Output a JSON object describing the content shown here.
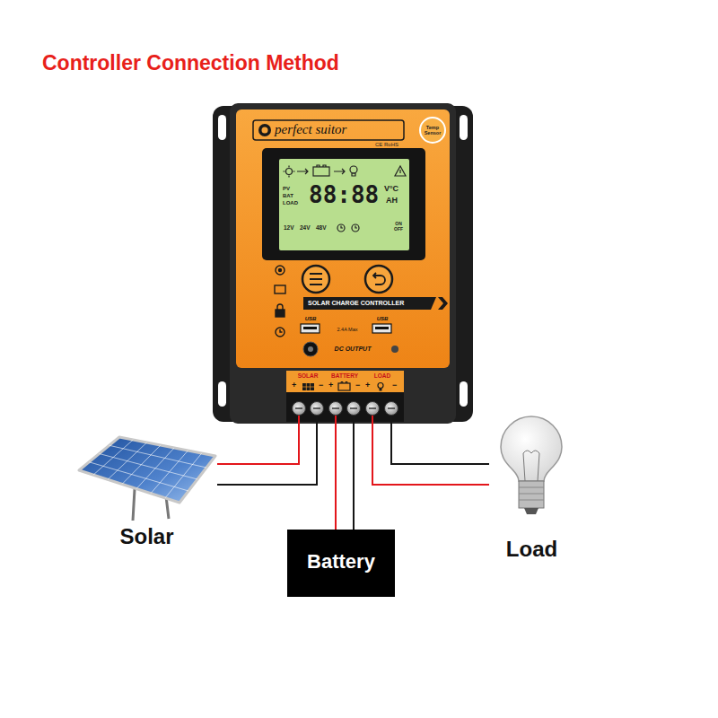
{
  "diagram": {
    "title": "Controller Connection Method",
    "nodes": [
      {
        "text": [
          "perfect suitor"
        ]
      },
      {
        "text": [
          "SOLAR"
        ],
        "in": 0
      },
      {
        "text": [
          "BATTERY"
        ],
        "in": 0
      },
      {
        "text": [
          "LOAD"
        ],
        "in": 0
      },
      {
        "text": [
          "Solar"
        ]
      },
      {
        "text": [
          "Battery"
        ]
      },
      {
        "text": [
          "Load"
        ]
      }
    ],
    "edges": [
      {
        "from": 4,
        "to": 1,
        "arrow": "none"
      },
      {
        "from": 5,
        "to": 2,
        "arrow": "none"
      },
      {
        "from": 3,
        "to": 6,
        "arrow": "none"
      }
    ],
    "labels": [
      "Temp Sensor",
      "CE RoHS",
      "PV",
      "BAT",
      "LOAD",
      "88:88",
      "V°C",
      "AH",
      "12V",
      "24V",
      "48V",
      "ON OFF",
      "SOLAR CHARGE CONTROLLER",
      "USB",
      "USB",
      "2.4A Max",
      "DC OUTPUT",
      "+",
      "−",
      "+",
      "−",
      "+",
      "−"
    ]
  }
}
